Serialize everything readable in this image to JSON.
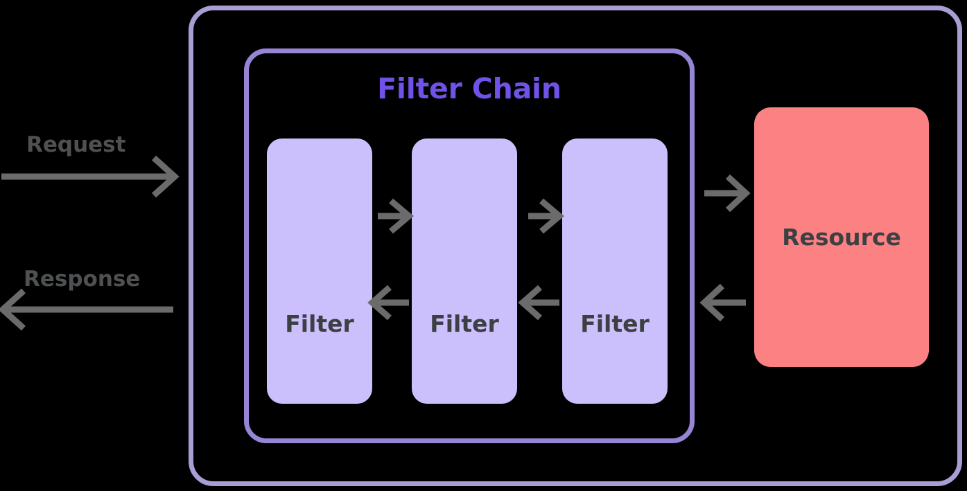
{
  "diagram": {
    "title": "Filter Chain",
    "background_color": "#000000",
    "outer_container": {
      "name": "gateway-container",
      "border_color": "#a99dd4"
    },
    "chain_container": {
      "name": "filter-chain-container",
      "title": "Filter Chain",
      "title_color": "#7152e8",
      "border_color": "#9585d4"
    },
    "filters": [
      {
        "label": "Filter",
        "color": "#cbc0fc"
      },
      {
        "label": "Filter",
        "color": "#cbc0fc"
      },
      {
        "label": "Filter",
        "color": "#cbc0fc"
      }
    ],
    "resource": {
      "label": "Resource",
      "color": "#fc8182"
    },
    "edges": [
      {
        "label": "Request",
        "direction": "right",
        "color": "#6b6b6b"
      },
      {
        "label": "Response",
        "direction": "left",
        "color": "#6b6b6b"
      }
    ],
    "arrow_color": "#6b6b6b",
    "text_color": "#3d4043",
    "flow_arrows": [
      {
        "name": "filter1-to-filter2-forward",
        "direction": "right"
      },
      {
        "name": "filter2-to-filter3-forward",
        "direction": "right"
      },
      {
        "name": "filter3-to-resource-forward",
        "direction": "right"
      },
      {
        "name": "filter2-to-filter1-return",
        "direction": "left"
      },
      {
        "name": "filter3-to-filter2-return",
        "direction": "left"
      },
      {
        "name": "resource-to-filter3-return",
        "direction": "left"
      }
    ]
  }
}
